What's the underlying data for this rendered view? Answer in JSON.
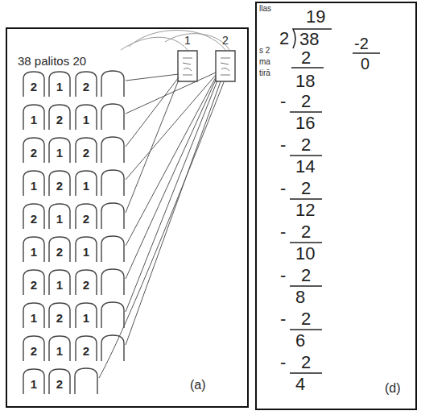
{
  "diagram": {
    "nodes": [
      {
        "text": [
          "1"
        ]
      },
      {
        "text": [
          "2"
        ]
      },
      {
        "text": [
          "2"
        ]
      },
      {
        "text": [
          "1"
        ]
      },
      {
        "text": [
          "2"
        ]
      },
      {
        "text": [
          "1"
        ]
      },
      {
        "text": [
          "2"
        ]
      },
      {
        "text": [
          "1"
        ]
      },
      {
        "text": [
          "2"
        ]
      },
      {
        "text": [
          "1"
        ]
      },
      {
        "text": [
          "2"
        ]
      },
      {
        "text": [
          "1"
        ]
      },
      {
        "text": [
          "2"
        ]
      },
      {
        "text": [
          "1"
        ]
      },
      {
        "text": [
          "2"
        ]
      },
      {
        "text": [
          "1"
        ]
      },
      {
        "text": [
          "2"
        ]
      },
      {
        "text": [
          "1"
        ]
      },
      {
        "text": [
          "2"
        ]
      },
      {
        "text": [
          "1"
        ]
      },
      {
        "text": [
          "2"
        ]
      },
      {
        "text": [
          "1"
        ]
      },
      {
        "text": [
          "2"
        ]
      },
      {
        "text": [
          "1"
        ]
      },
      {
        "text": [
          "2"
        ]
      },
      {
        "text": [
          "1"
        ]
      },
      {
        "text": [
          "2"
        ]
      },
      {
        "text": [
          "1"
        ]
      },
      {
        "text": [
          "2"
        ]
      },
      {
        "text": [
          "1"
        ]
      },
      {
        "text": [
          "2"
        ]
      }
    ],
    "labels": [
      "38 palitos 20",
      "(a)",
      "llas",
      "s 2",
      "ma",
      "tirā",
      "19",
      "2",
      "38",
      "2",
      "-2",
      "0",
      "18",
      "-",
      "2",
      "16",
      "-",
      "2",
      "14",
      "-",
      "2",
      "12",
      "-",
      "2",
      "10",
      "-",
      "2",
      "8",
      "-",
      "2",
      "6",
      "-",
      "2",
      "4",
      "(d)"
    ]
  }
}
